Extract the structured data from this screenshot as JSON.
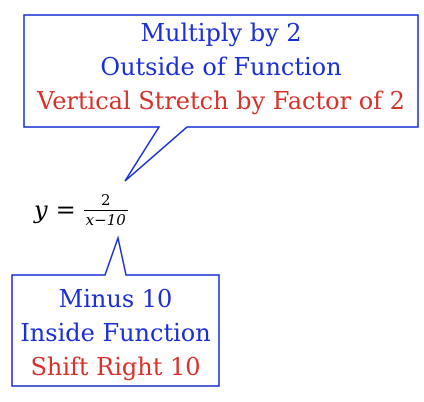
{
  "colors": {
    "box_border": "#1a2fd6",
    "blue_text": "#1a2fd6",
    "red_text": "#d7322b",
    "equation_text": "#000000"
  },
  "top_callout": {
    "line1": "Multiply by 2",
    "line2": "Outside of Function",
    "line3": "Vertical Stretch by Factor of 2"
  },
  "bottom_callout": {
    "line1": "Minus 10",
    "line2": "Inside Function",
    "line3": "Shift Right 10"
  },
  "equation": {
    "lhs": "y",
    "equals": "=",
    "numerator": "2",
    "denominator": "x−10"
  }
}
